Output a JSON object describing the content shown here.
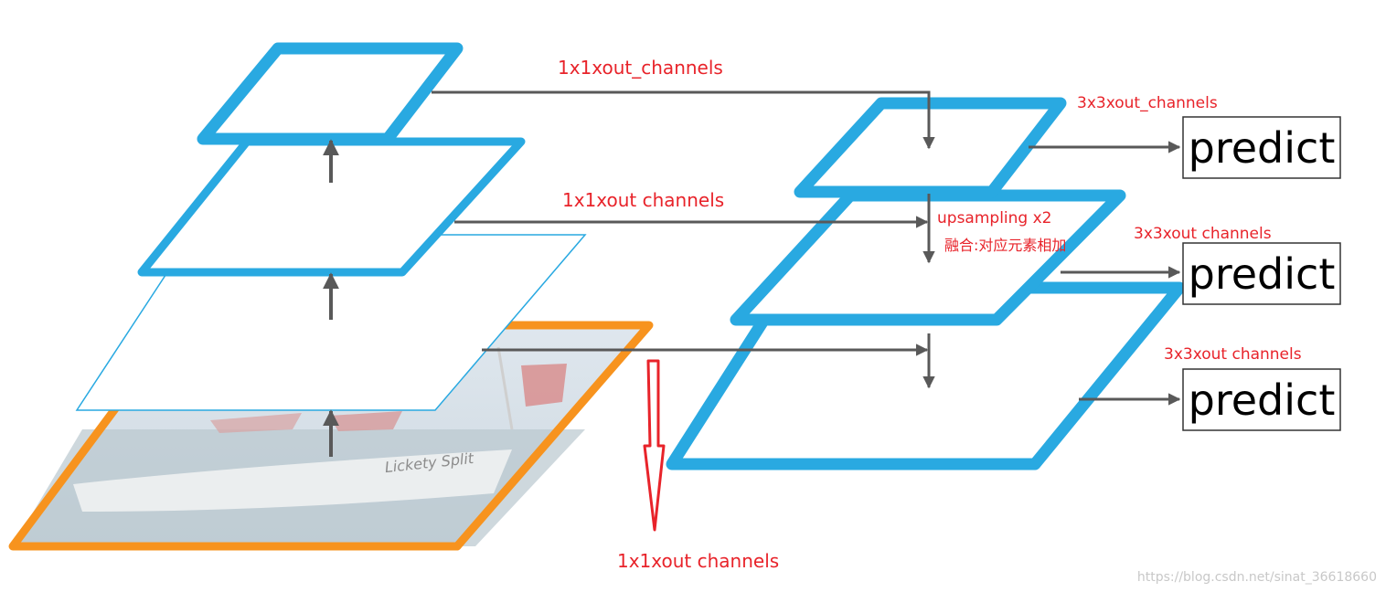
{
  "labels": {
    "top_lateral": "1x1xout_channels",
    "mid_lateral": "1x1xout  channels",
    "bottom_lateral": "1x1xout  channels",
    "conv_top": "3x3xout_channels",
    "conv_mid": "3x3xout  channels",
    "conv_bottom": "3x3xout  channels",
    "upsampling": "upsampling x2",
    "fusion": "融合:对应元素相加"
  },
  "predict_boxes": [
    "predict",
    "predict",
    "predict"
  ],
  "image_text": "Lickety Split",
  "watermark": "https://blog.csdn.net/sinat_36618660",
  "colors": {
    "blue": "#29a9e1",
    "orange": "#f7931e",
    "arrow": "#595959",
    "red": "#e8232a"
  }
}
